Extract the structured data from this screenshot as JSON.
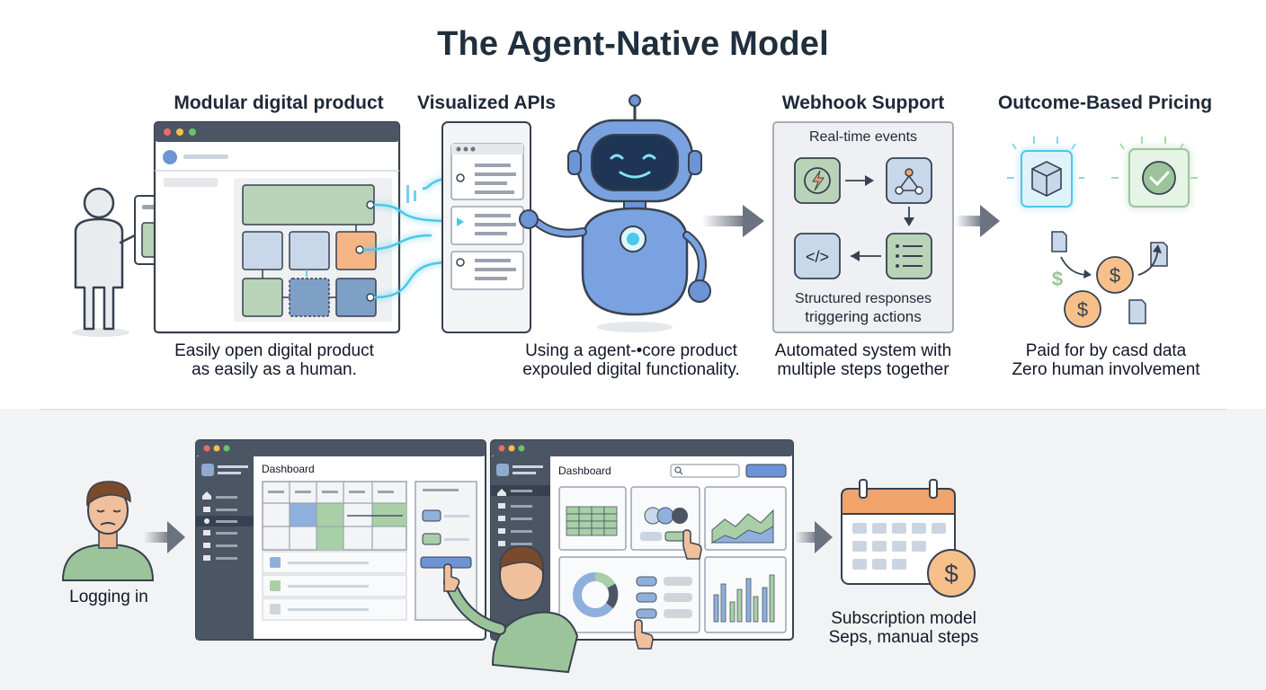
{
  "title": "The Agent-Native Model",
  "sections": {
    "modular": {
      "title": "Modular digital product",
      "caption_line1": "Easily open digital product",
      "caption_line2": "as easily as a human."
    },
    "apis": {
      "title": "Visualized APIs",
      "caption_line1": "Using a agent-•core product",
      "caption_line2": "expouled digital functionality."
    },
    "webhook": {
      "title": "Webhook Support",
      "panel_top": "Real-time events",
      "panel_bottom_line1": "Structured responses",
      "panel_bottom_line2": "triggering actions",
      "caption_line1": "Automated system with",
      "caption_line2": "multiple steps together"
    },
    "pricing": {
      "title": "Outcome-Based Pricing",
      "caption_line1": "Paid for by casd data",
      "caption_line2": "Zero human involvement"
    }
  },
  "legacy": {
    "user_label": "Logging in",
    "dashboard_left_title": "Dashboard",
    "dashboard_right_title": "Dashboard",
    "subscription_line1": "Subscription model",
    "subscription_line2": "Seps, manual steps"
  },
  "colors": {
    "dark_text": "#1f2f3d",
    "robot_blue": "#6d94d6",
    "accent_green": "#9cc49a",
    "accent_orange": "#f2a36b",
    "accent_cyan": "#4cc8e8",
    "window_chrome": "#4b5563",
    "coin_orange": "#f7c08a",
    "bottom_band": "#f2f3f4"
  },
  "icons": [
    "person-icon",
    "robot-icon",
    "lightning-icon",
    "webhook-icon",
    "code-icon",
    "list-icon",
    "package-icon",
    "checkmark-icon",
    "dollar-coin-icon",
    "document-icon",
    "calendar-icon",
    "search-icon",
    "hand-pointer-icon",
    "home-icon"
  ]
}
